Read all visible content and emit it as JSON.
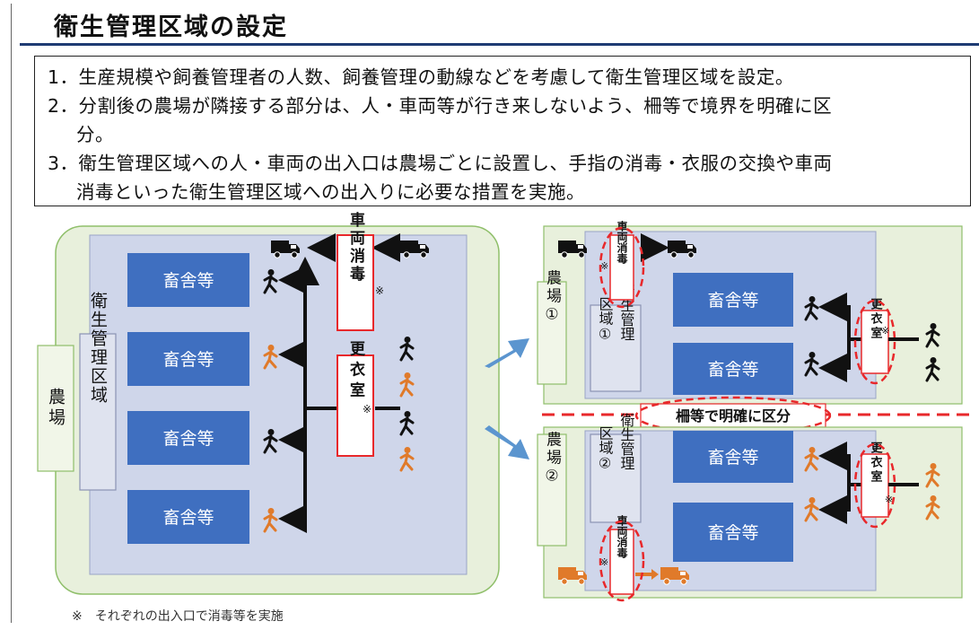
{
  "title": "衛生管理区域の設定",
  "rules": [
    "1．生産規模や飼養管理者の人数、飼養管理の動線などを考慮して衛生管理区域を設定。",
    "2．分割後の農場が隣接する部分は、人・車両等が行き来しないよう、柵等で境界を明確に区",
    "分。",
    "3．衛生管理区域への人・車両の出入口は農場ごとに設置し、手指の消毒・衣服の交換や車両",
    "消毒といった衛生管理区域への出入りに必要な措置を実施。"
  ],
  "diagram": {
    "farm_label": "農場",
    "zone_label": "衛生管理区域",
    "barn_label": "畜舎等",
    "disinfect_label": "車両消毒",
    "changing_label": "更衣室",
    "mark": "※",
    "farm1_label": "農場①",
    "zone1_label_a": "衛生管理",
    "zone1_label_b": "区域①",
    "farm2_label": "農場②",
    "zone2_label_a": "衛生管理",
    "zone2_label_b": "区域②",
    "boundary_label": "柵等で明確に区分"
  },
  "footnote": "※　それぞれの出入口で消毒等を実施",
  "colors": {
    "farm_bg": "#e8f0dc",
    "zone_bg": "#cfd6ea",
    "barn": "#3f6fc0",
    "red": "#e8282b",
    "black_person": "#111111",
    "orange_person": "#e07a2a",
    "arrow_blue": "#5b95cf"
  }
}
